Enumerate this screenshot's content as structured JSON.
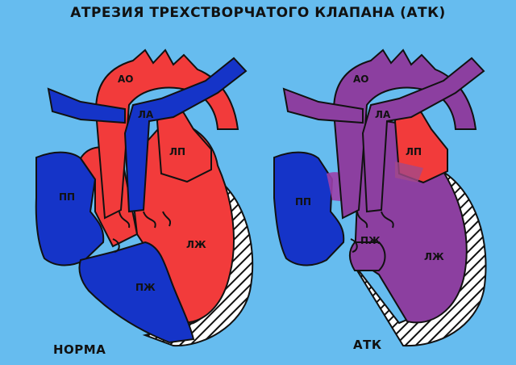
{
  "title": "АТРЕЗИЯ ТРЕХСТВОРЧАТОГО КЛАПАНА (АТК)",
  "labels": {
    "ao": "АО",
    "la": "ЛА",
    "lp": "ЛП",
    "pp": "ПП",
    "lzh": "ЛЖ",
    "pzh": "ПЖ"
  },
  "captions": {
    "left": "НОРМА",
    "right": "АТК"
  },
  "colors": {
    "background": "#66bcef",
    "arterial": "#f23b3b",
    "venous": "#1534c8",
    "mixed": "#8c3fa0",
    "outline": "#111111"
  }
}
